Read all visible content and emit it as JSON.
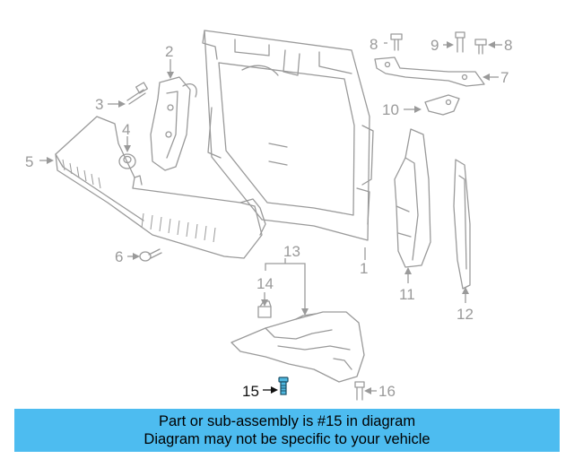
{
  "callouts": {
    "c1": "1",
    "c2": "2",
    "c3": "3",
    "c4": "4",
    "c5": "5",
    "c6": "6",
    "c7": "7",
    "c8a": "8",
    "c8b": "8",
    "c9": "9",
    "c10": "10",
    "c11": "11",
    "c12": "12",
    "c13": "13",
    "c14": "14",
    "c15": "15",
    "c16": "16"
  },
  "highlighted_part": "15",
  "colors": {
    "banner": "#4dbcf0",
    "highlight": "#4fb8e0",
    "linework": "#9a9a9a"
  },
  "banner": {
    "line1": "Part or sub-assembly is #15 in diagram",
    "line2": "Diagram may not be specific to your vehicle"
  }
}
